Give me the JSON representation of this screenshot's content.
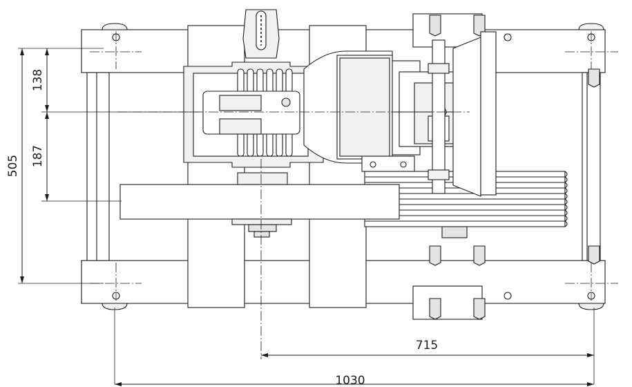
{
  "drawing": {
    "dimensions": {
      "overall_height": "505",
      "upper_offset": "138",
      "lower_offset": "187",
      "shaft_to_mount": "715",
      "overall_width": "1030"
    }
  }
}
